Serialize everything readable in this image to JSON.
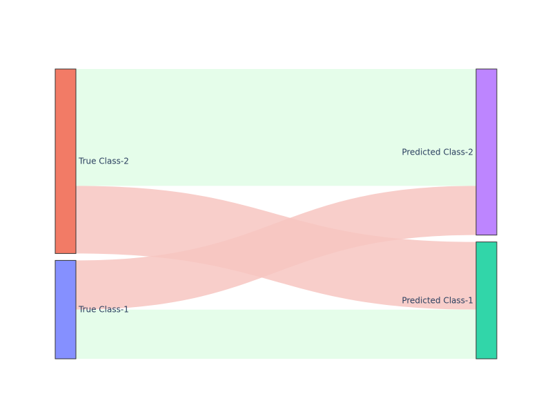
{
  "chart_data": {
    "type": "sankey",
    "title": "",
    "nodes": [
      {
        "id": "true2",
        "label": "True Class-2",
        "color": "#f27b66",
        "column": 0
      },
      {
        "id": "true1",
        "label": "True Class-1",
        "color": "#8590ff",
        "column": 0
      },
      {
        "id": "pred2",
        "label": "Predicted Class-2",
        "color": "#bd85ff",
        "column": 1
      },
      {
        "id": "pred1",
        "label": "Predicted Class-1",
        "color": "#31d6a9",
        "column": 1
      }
    ],
    "links": [
      {
        "source": "true2",
        "target": "pred2",
        "value": 57,
        "color": "#e0fde6"
      },
      {
        "source": "true2",
        "target": "pred1",
        "value": 33,
        "color": "#f7c6c1"
      },
      {
        "source": "true1",
        "target": "pred2",
        "value": 24,
        "color": "#f7c6c1"
      },
      {
        "source": "true1",
        "target": "pred1",
        "value": 24,
        "color": "#e0fde6"
      }
    ]
  }
}
